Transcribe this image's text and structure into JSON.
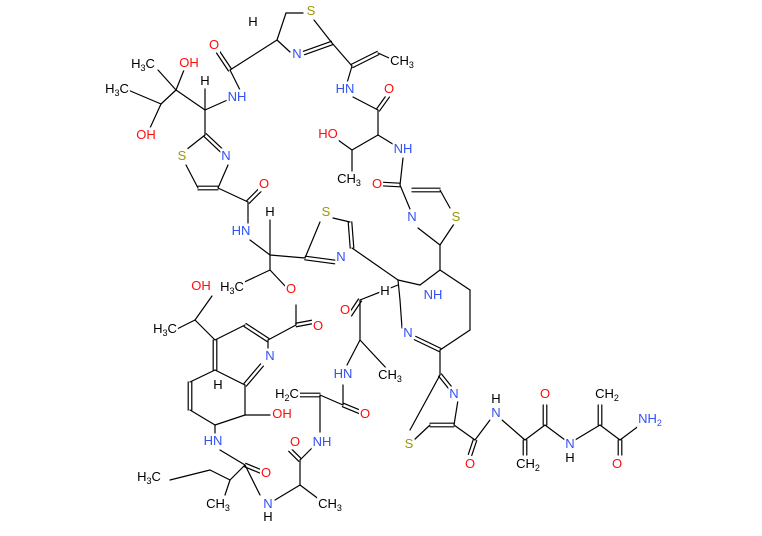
{
  "title": "Thiopeptide macrocycle chemical structure",
  "colors": {
    "bond": "#000000",
    "O": "#ff0d0d",
    "N": "#3050f8",
    "S": "#999900",
    "C": "#000000",
    "H": "#000000"
  },
  "atom_labels": [
    {
      "id": "s-thiazoline-top",
      "text": "S",
      "el": "S"
    },
    {
      "id": "n-thiazoline-top",
      "text": "N",
      "el": "N"
    },
    {
      "id": "h-thiazoline-top",
      "text": "H",
      "el": "H"
    },
    {
      "id": "ch3-ethylidene",
      "text": "CH3",
      "el": "C"
    },
    {
      "id": "o-amide-top",
      "text": "O",
      "el": "O"
    },
    {
      "id": "nh-top-left",
      "text": "NH",
      "el": "N"
    },
    {
      "id": "hn-dehydrobutyrine",
      "text": "HN",
      "el": "N"
    },
    {
      "id": "o-thr-amide",
      "text": "O",
      "el": "O"
    },
    {
      "id": "h3c-top-1",
      "text": "H3C",
      "el": "C"
    },
    {
      "id": "oh-top-1",
      "text": "OH",
      "el": "O"
    },
    {
      "id": "h3c-top-2",
      "text": "H3C",
      "el": "C"
    },
    {
      "id": "oh-top-2",
      "text": "OH",
      "el": "O"
    },
    {
      "id": "h-stereo-top",
      "text": "H",
      "el": "H"
    },
    {
      "id": "ho-thr",
      "text": "HO",
      "el": "O"
    },
    {
      "id": "nh-thr",
      "text": "NH",
      "el": "N"
    },
    {
      "id": "ch3-thr",
      "text": "CH3",
      "el": "C"
    },
    {
      "id": "s-thiazole-left",
      "text": "S",
      "el": "S"
    },
    {
      "id": "n-thiazole-left",
      "text": "N",
      "el": "N"
    },
    {
      "id": "o-thiazole-left-amide",
      "text": "O",
      "el": "O"
    },
    {
      "id": "o-thiazole-right-amide",
      "text": "O",
      "el": "O"
    },
    {
      "id": "n-thiazole-right",
      "text": "N",
      "el": "N"
    },
    {
      "id": "s-thiazole-right",
      "text": "S",
      "el": "S"
    },
    {
      "id": "hn-center",
      "text": "HN",
      "el": "N"
    },
    {
      "id": "h-center",
      "text": "H",
      "el": "H"
    },
    {
      "id": "s-thiazole-center",
      "text": "S",
      "el": "S"
    },
    {
      "id": "n-thiazole-center",
      "text": "N",
      "el": "N"
    },
    {
      "id": "h3c-center",
      "text": "H3C",
      "el": "C"
    },
    {
      "id": "o-ester",
      "text": "O",
      "el": "O"
    },
    {
      "id": "h-piperidine",
      "text": "H",
      "el": "H"
    },
    {
      "id": "nh-piperidine",
      "text": "NH",
      "el": "N"
    },
    {
      "id": "oh-quinoline-side",
      "text": "OH",
      "el": "O"
    },
    {
      "id": "h3c-quinoline-side",
      "text": "H3C",
      "el": "C"
    },
    {
      "id": "o-ester-carbonyl",
      "text": "O",
      "el": "O"
    },
    {
      "id": "n-quinoline",
      "text": "N",
      "el": "N"
    },
    {
      "id": "o-ala-carbonyl",
      "text": "O",
      "el": "O"
    },
    {
      "id": "n-pyridine",
      "text": "N",
      "el": "N"
    },
    {
      "id": "hn-ala",
      "text": "HN",
      "el": "N"
    },
    {
      "id": "ch3-ala",
      "text": "CH3",
      "el": "C"
    },
    {
      "id": "h2c-dha",
      "text": "H2C",
      "el": "C"
    },
    {
      "id": "o-dha",
      "text": "O",
      "el": "O"
    },
    {
      "id": "h-quinoline-ring",
      "text": "H",
      "el": "H"
    },
    {
      "id": "oh-quinoline-ring",
      "text": "OH",
      "el": "O"
    },
    {
      "id": "s-thiazole-bottom",
      "text": "S",
      "el": "S"
    },
    {
      "id": "n-thiazole-bottom",
      "text": "N",
      "el": "N"
    },
    {
      "id": "h-amide-tail-1",
      "text": "H",
      "el": "H"
    },
    {
      "id": "n-amide-tail-1",
      "text": "N",
      "el": "N"
    },
    {
      "id": "o-tail-1",
      "text": "O",
      "el": "O"
    },
    {
      "id": "o-tail-2",
      "text": "O",
      "el": "O"
    },
    {
      "id": "ch2-tail-1",
      "text": "CH2",
      "el": "C"
    },
    {
      "id": "n-amide-tail-2",
      "text": "N",
      "el": "N"
    },
    {
      "id": "h-amide-tail-2",
      "text": "H",
      "el": "H"
    },
    {
      "id": "ch2-tail-2",
      "text": "CH2",
      "el": "C"
    },
    {
      "id": "nh2-tail",
      "text": "NH2",
      "el": "N"
    },
    {
      "id": "o-tail-3",
      "text": "O",
      "el": "O"
    },
    {
      "id": "hn-ile",
      "text": "HN",
      "el": "N"
    },
    {
      "id": "o-ile-side",
      "text": "O",
      "el": "O"
    },
    {
      "id": "nh-ile-ala",
      "text": "NH",
      "el": "N"
    },
    {
      "id": "h3c-ile",
      "text": "H3C",
      "el": "C"
    },
    {
      "id": "o-ile",
      "text": "O",
      "el": "O"
    },
    {
      "id": "ch3-ile",
      "text": "CH3",
      "el": "C"
    },
    {
      "id": "n-ile-ala",
      "text": "N",
      "el": "N"
    },
    {
      "id": "h-ile-ala",
      "text": "H",
      "el": "H"
    },
    {
      "id": "ch3-ala-bottom",
      "text": "CH3",
      "el": "C"
    }
  ]
}
